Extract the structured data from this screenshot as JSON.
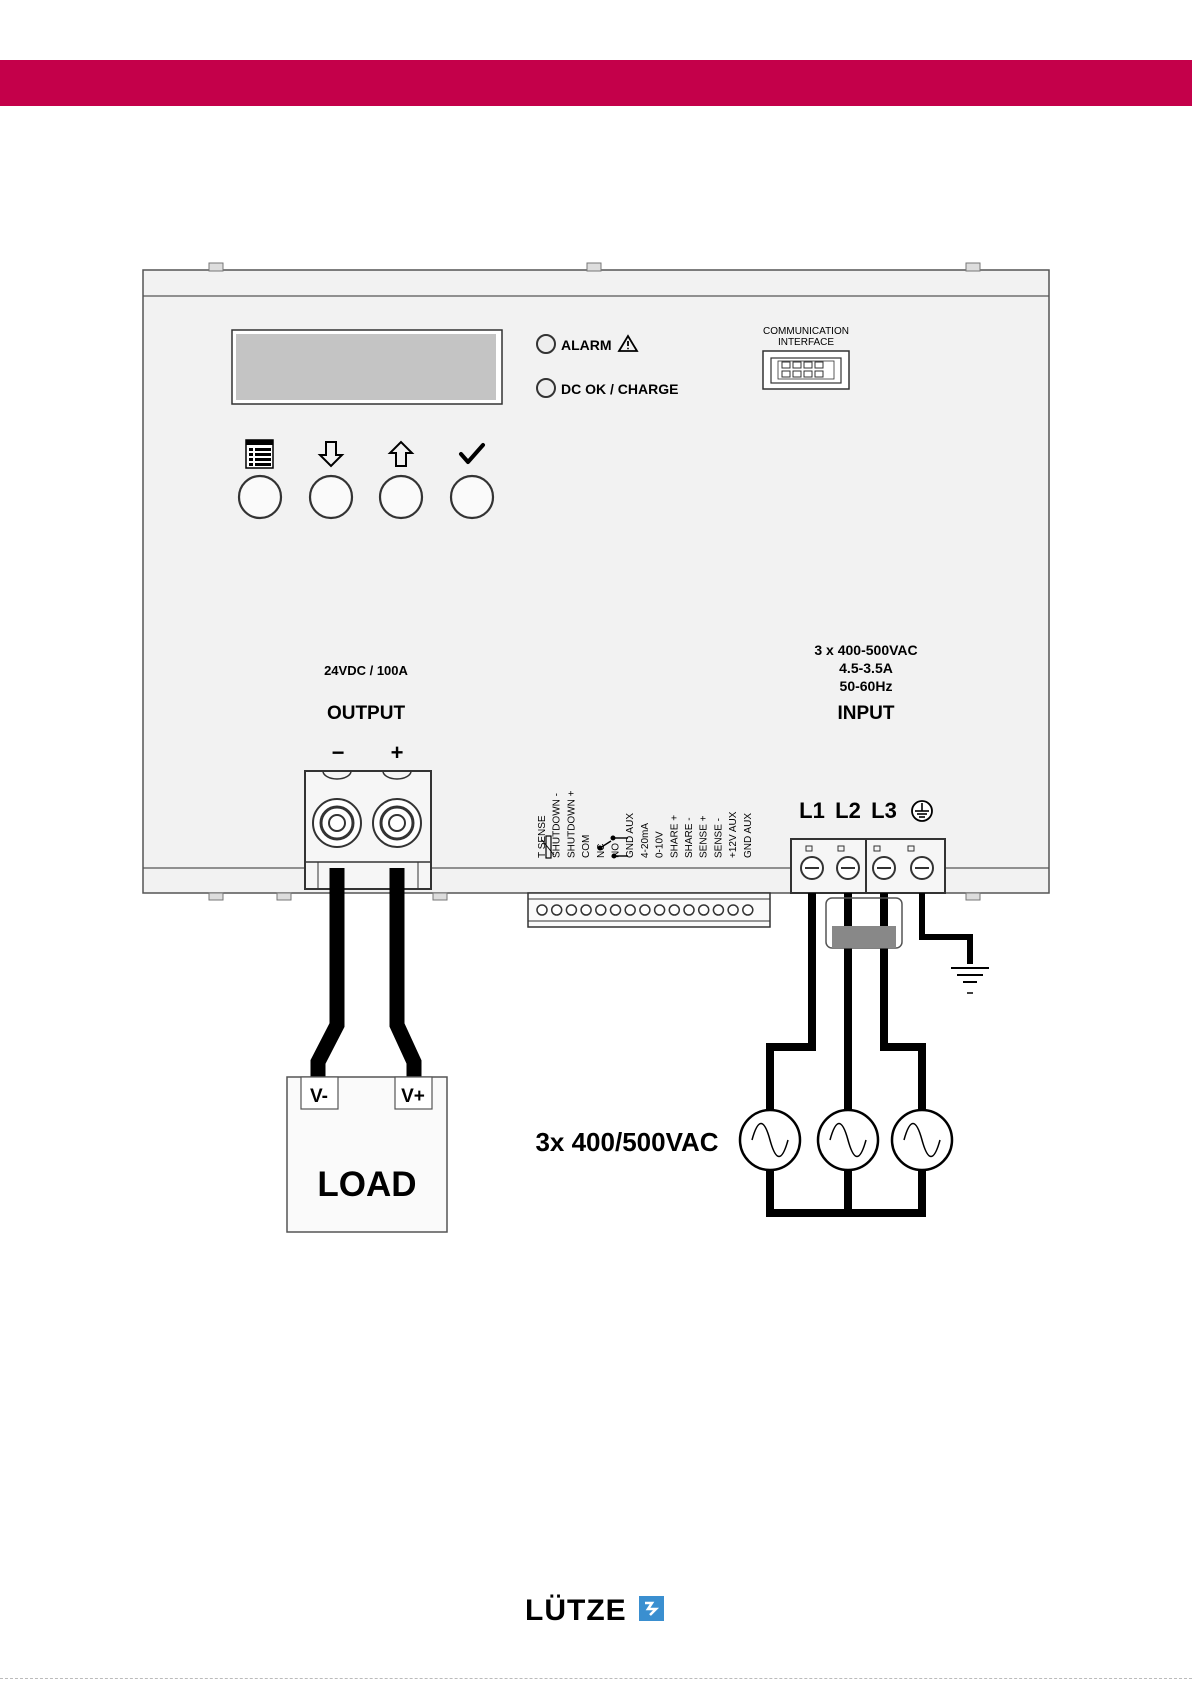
{
  "panel": {
    "leds": {
      "alarm": "ALARM",
      "dc_ok": "DC OK / CHARGE"
    },
    "comm": {
      "line1": "COMMUNICATION",
      "line2": "INTERFACE"
    },
    "buttons": [
      {
        "icon": "menu-icon"
      },
      {
        "icon": "arrow-down-icon"
      },
      {
        "icon": "arrow-up-icon"
      },
      {
        "icon": "check-icon"
      }
    ]
  },
  "output": {
    "rating": "24VDC / 100A",
    "title": "OUTPUT",
    "minus": "−",
    "plus": "+"
  },
  "input": {
    "line1": "3 x 400-500VAC",
    "line2": "4.5-3.5A",
    "line3": "50-60Hz",
    "title": "INPUT",
    "l1": "L1",
    "l2": "L2",
    "l3": "L3",
    "earth_icon": "ground-symbol-icon"
  },
  "signal_terminals": [
    "T SENSE",
    "SHUTDOWN -",
    "SHUTDOWN +",
    "COM",
    "NC",
    "NO",
    "GND AUX",
    "4-20mA",
    "0-10V",
    "SHARE +",
    "SHARE -",
    "SENSE +",
    "SENSE -",
    "+12V AUX",
    "GND AUX"
  ],
  "load": {
    "title": "LOAD",
    "v_minus": "V-",
    "v_plus": "V+"
  },
  "source": {
    "label": "3x 400/500VAC"
  },
  "brand": {
    "logo": "LÜTZE",
    "color": "#3a8fd0"
  },
  "colors": {
    "banner": "#c4004a"
  }
}
